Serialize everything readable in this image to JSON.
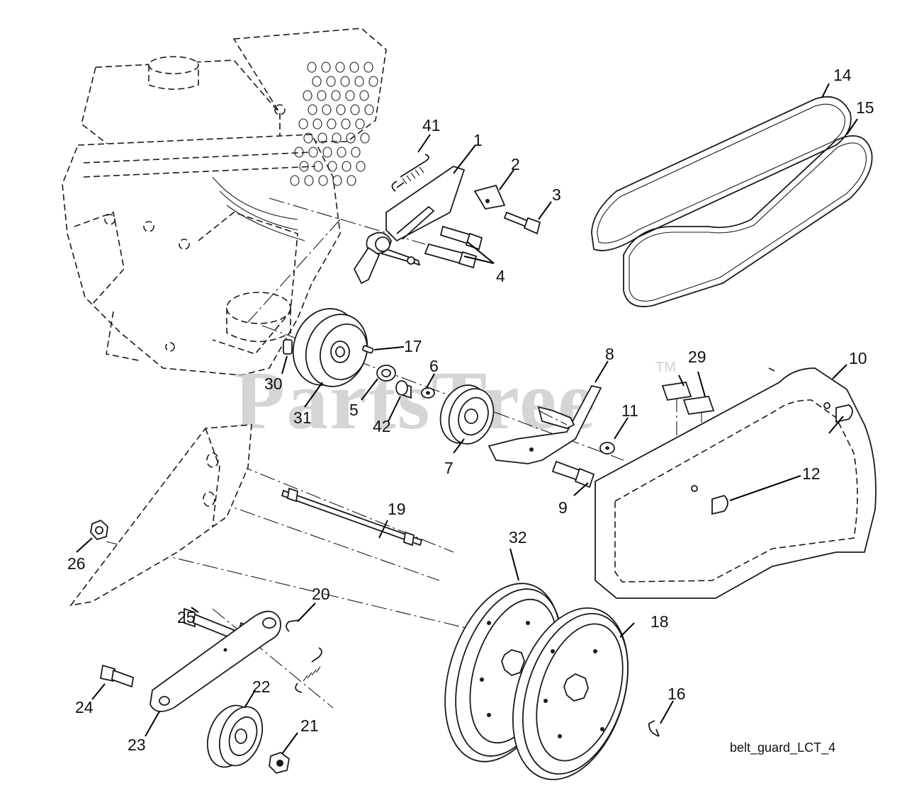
{
  "watermark": {
    "text": "PartsTree",
    "trademark": "TM"
  },
  "caption": "belt_guard_LCT_4",
  "callouts": [
    {
      "id": "1",
      "label": "1"
    },
    {
      "id": "2",
      "label": "2"
    },
    {
      "id": "3",
      "label": "3"
    },
    {
      "id": "4",
      "label": "4"
    },
    {
      "id": "5",
      "label": "5"
    },
    {
      "id": "6",
      "label": "6"
    },
    {
      "id": "7",
      "label": "7"
    },
    {
      "id": "8",
      "label": "8"
    },
    {
      "id": "9",
      "label": "9"
    },
    {
      "id": "10",
      "label": "10"
    },
    {
      "id": "11",
      "label": "11"
    },
    {
      "id": "12",
      "label": "12"
    },
    {
      "id": "14",
      "label": "14"
    },
    {
      "id": "15",
      "label": "15"
    },
    {
      "id": "16",
      "label": "16"
    },
    {
      "id": "17",
      "label": "17"
    },
    {
      "id": "18",
      "label": "18"
    },
    {
      "id": "19",
      "label": "19"
    },
    {
      "id": "20",
      "label": "20"
    },
    {
      "id": "21",
      "label": "21"
    },
    {
      "id": "22",
      "label": "22"
    },
    {
      "id": "23",
      "label": "23"
    },
    {
      "id": "24",
      "label": "24"
    },
    {
      "id": "25",
      "label": "25"
    },
    {
      "id": "26",
      "label": "26"
    },
    {
      "id": "29",
      "label": "29"
    },
    {
      "id": "30",
      "label": "30"
    },
    {
      "id": "31",
      "label": "31"
    },
    {
      "id": "32",
      "label": "32"
    },
    {
      "id": "41",
      "label": "41"
    },
    {
      "id": "42",
      "label": "42"
    }
  ]
}
